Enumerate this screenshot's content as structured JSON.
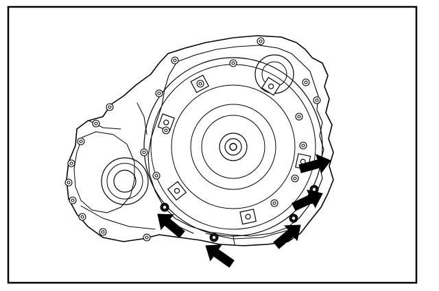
{
  "figure": {
    "subject": "transaxle-housing-with-torque-converter",
    "arrow_count": 5,
    "indicated_bolt_count": 5,
    "colors": {
      "line": "#000000",
      "background": "#ffffff",
      "bolt_fill": "#111111"
    },
    "icons": [
      "pointer-arrow-icon",
      "bolt-icon"
    ]
  }
}
